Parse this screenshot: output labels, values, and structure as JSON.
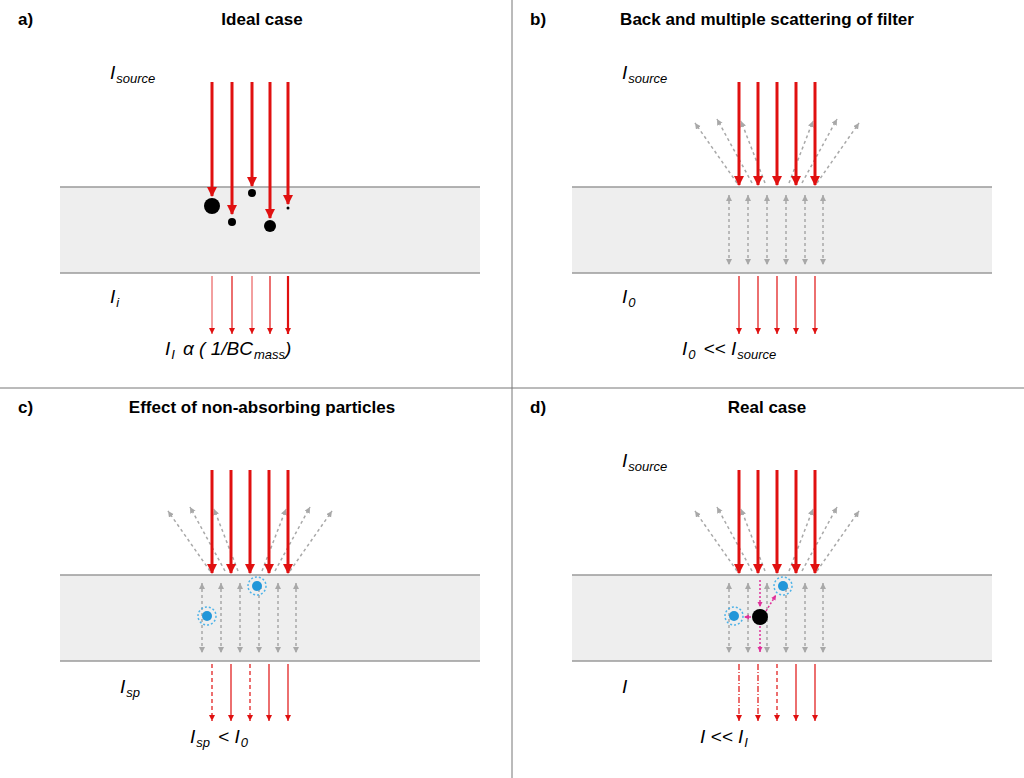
{
  "diagram": {
    "labels": [
      "a)",
      "Ideal case",
      "I",
      "source",
      "I",
      "i",
      "I",
      "I",
      "α ( 1/BC",
      "mass",
      ")",
      "b)",
      "Back and multiple scattering of filter",
      "I",
      "source",
      "I",
      "0",
      "I",
      "0",
      "<< I",
      "source",
      "c)",
      "Effect of non-absorbing particles",
      "I",
      "sp",
      "I",
      "sp",
      "< I",
      "0",
      "d)",
      "Real case",
      "I",
      "source",
      "I",
      "I << I",
      "I"
    ]
  }
}
